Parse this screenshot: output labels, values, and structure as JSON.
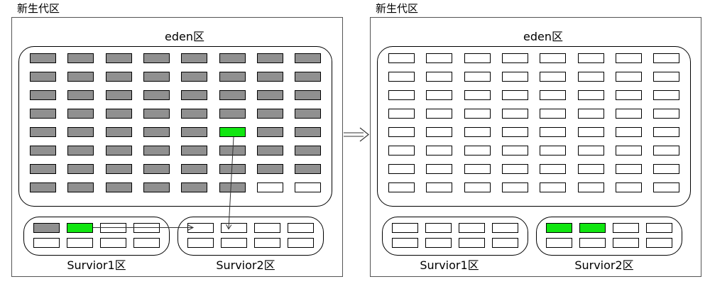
{
  "colors": {
    "used": "#909090",
    "live": "#11e611",
    "empty": "#ffffff",
    "border": "#000000"
  },
  "panels": [
    {
      "title": "新生代区",
      "eden": {
        "label": "eden区",
        "grid": [
          [
            "used",
            "used",
            "used",
            "used",
            "used",
            "used",
            "used",
            "used"
          ],
          [
            "used",
            "used",
            "used",
            "used",
            "used",
            "used",
            "used",
            "used"
          ],
          [
            "used",
            "used",
            "used",
            "used",
            "used",
            "used",
            "used",
            "used"
          ],
          [
            "used",
            "used",
            "used",
            "used",
            "used",
            "used",
            "used",
            "used"
          ],
          [
            "used",
            "used",
            "used",
            "used",
            "used",
            "live",
            "used",
            "used"
          ],
          [
            "used",
            "used",
            "used",
            "used",
            "used",
            "used",
            "used",
            "used"
          ],
          [
            "used",
            "used",
            "used",
            "used",
            "used",
            "used",
            "used",
            "used"
          ],
          [
            "used",
            "used",
            "used",
            "used",
            "used",
            "used",
            "empty",
            "empty"
          ]
        ]
      },
      "survivors": [
        {
          "label": "Survior1区",
          "grid": [
            [
              "used",
              "live",
              "empty",
              "empty"
            ],
            [
              "empty",
              "empty",
              "empty",
              "empty"
            ]
          ]
        },
        {
          "label": "Survior2区",
          "grid": [
            [
              "empty",
              "empty",
              "empty",
              "empty"
            ],
            [
              "empty",
              "empty",
              "empty",
              "empty"
            ]
          ]
        }
      ]
    },
    {
      "title": "新生代区",
      "eden": {
        "label": "eden区",
        "grid": [
          [
            "empty",
            "empty",
            "empty",
            "empty",
            "empty",
            "empty",
            "empty",
            "empty"
          ],
          [
            "empty",
            "empty",
            "empty",
            "empty",
            "empty",
            "empty",
            "empty",
            "empty"
          ],
          [
            "empty",
            "empty",
            "empty",
            "empty",
            "empty",
            "empty",
            "empty",
            "empty"
          ],
          [
            "empty",
            "empty",
            "empty",
            "empty",
            "empty",
            "empty",
            "empty",
            "empty"
          ],
          [
            "empty",
            "empty",
            "empty",
            "empty",
            "empty",
            "empty",
            "empty",
            "empty"
          ],
          [
            "empty",
            "empty",
            "empty",
            "empty",
            "empty",
            "empty",
            "empty",
            "empty"
          ],
          [
            "empty",
            "empty",
            "empty",
            "empty",
            "empty",
            "empty",
            "empty",
            "empty"
          ],
          [
            "empty",
            "empty",
            "empty",
            "empty",
            "empty",
            "empty",
            "empty",
            "empty"
          ]
        ]
      },
      "survivors": [
        {
          "label": "Survior1区",
          "grid": [
            [
              "empty",
              "empty",
              "empty",
              "empty"
            ],
            [
              "empty",
              "empty",
              "empty",
              "empty"
            ]
          ]
        },
        {
          "label": "Survior2区",
          "grid": [
            [
              "live",
              "live",
              "empty",
              "empty"
            ],
            [
              "empty",
              "empty",
              "empty",
              "empty"
            ]
          ]
        }
      ]
    }
  ]
}
